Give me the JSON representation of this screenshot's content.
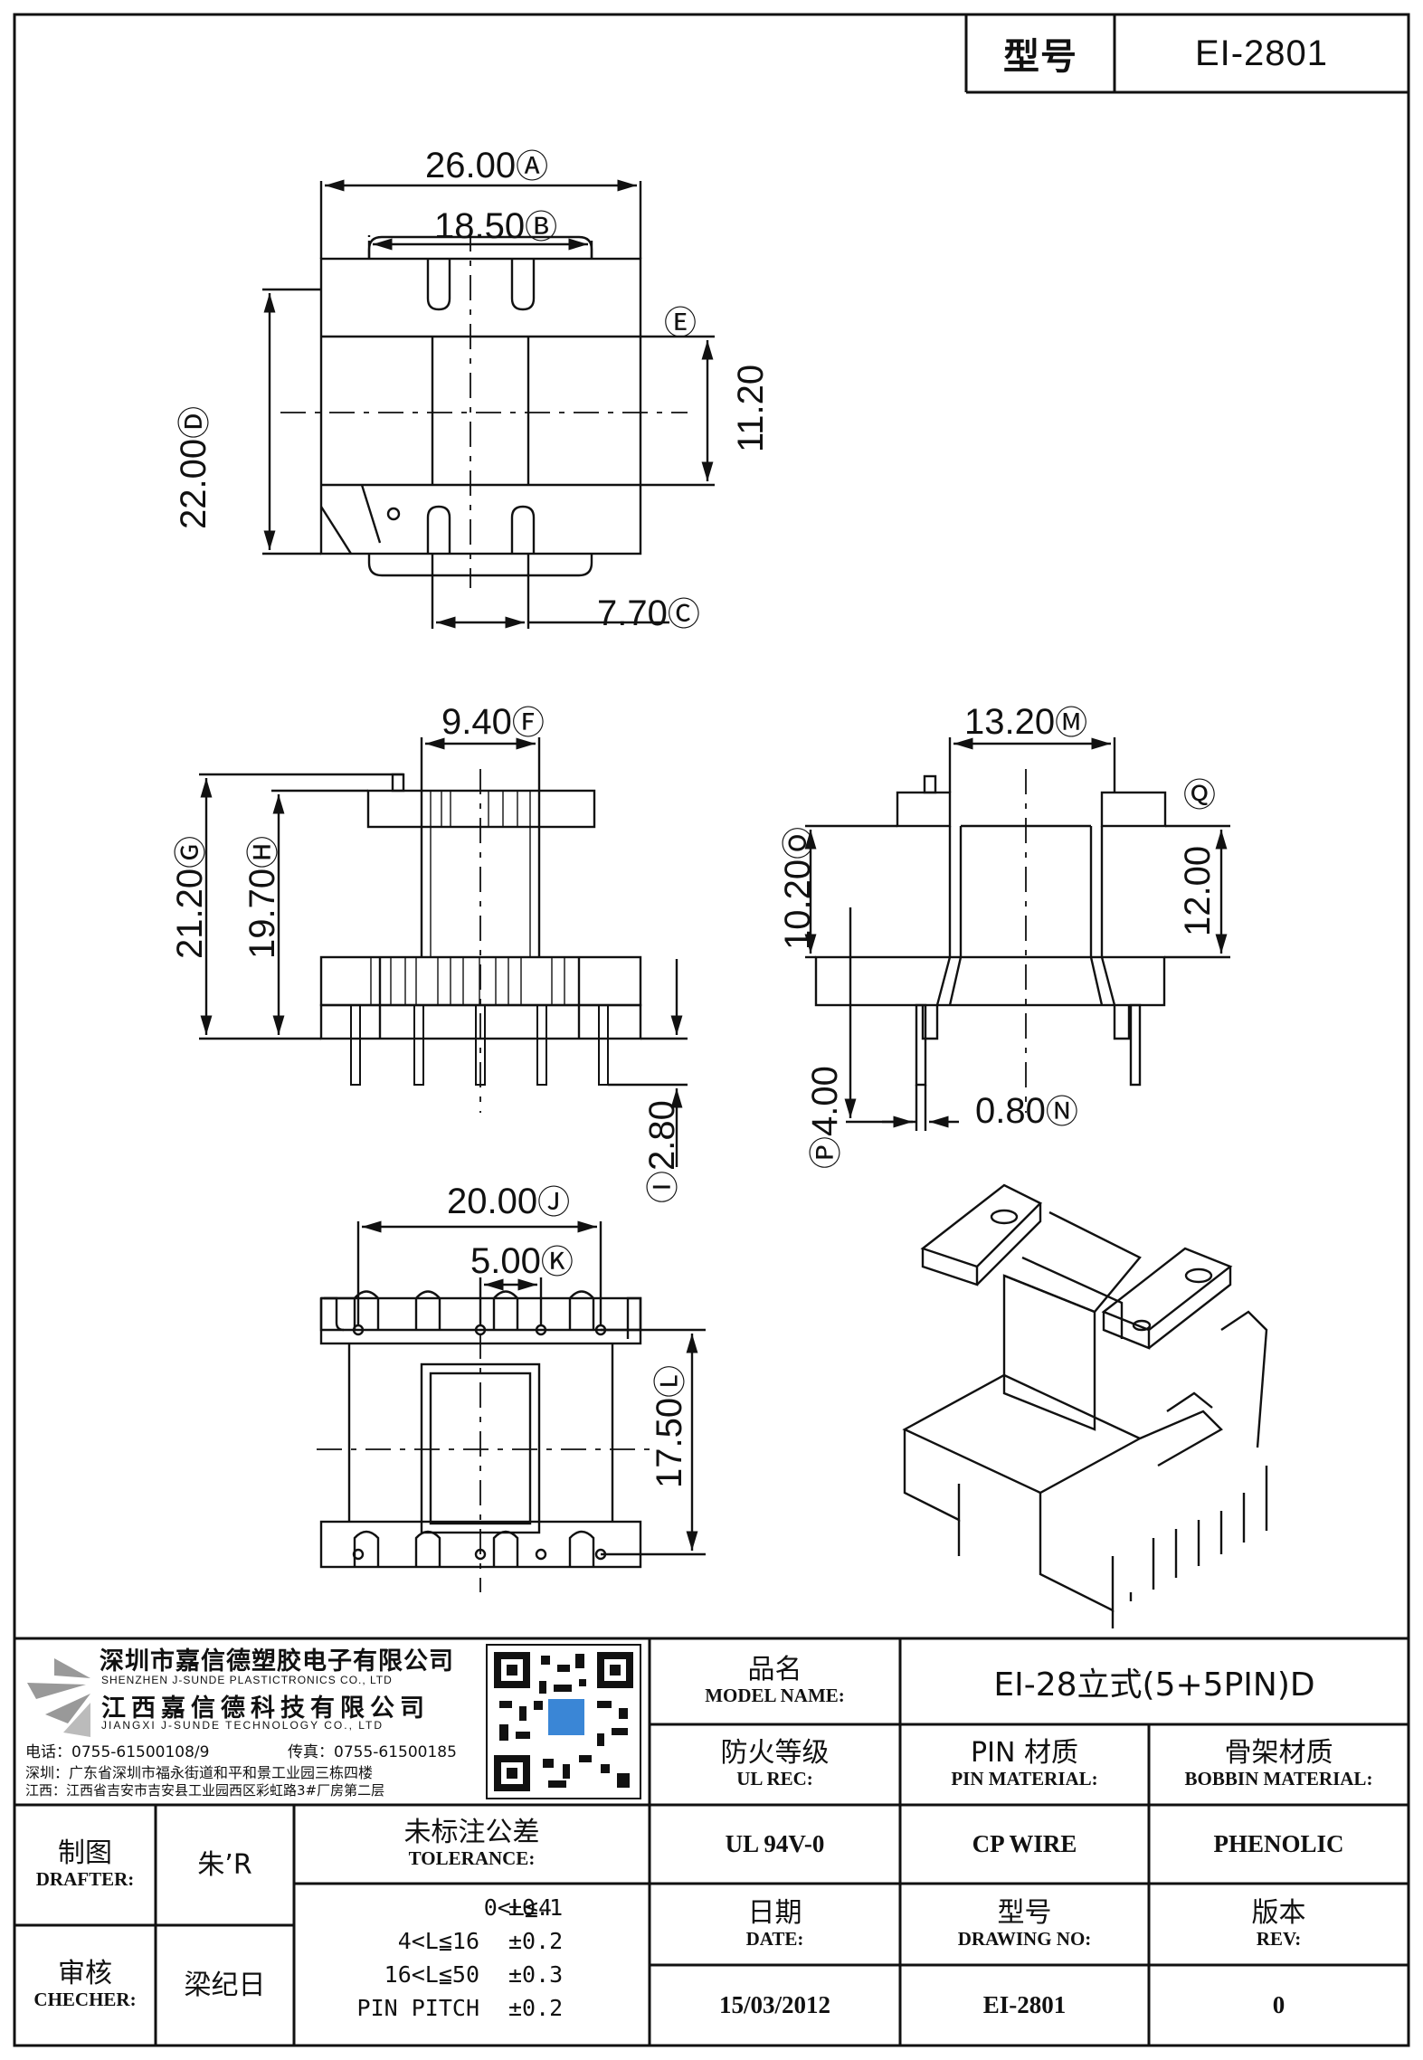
{
  "header": {
    "label": "型号",
    "value": "EI-2801"
  },
  "dimensions": {
    "A": "26.00",
    "B": "18.50",
    "C": "7.70",
    "D": "22.00",
    "E": "11.20",
    "F": "9.40",
    "G": "21.20",
    "H": "19.70",
    "I": "2.80",
    "M": "13.20",
    "O": "10.20",
    "Q": "12.00",
    "P": "4.00",
    "N": "0.80",
    "J": "20.00",
    "K": "5.00",
    "L": "17.50"
  },
  "company": {
    "name_cn": "深圳市嘉信德塑胶电子有限公司",
    "name_en": "SHENZHEN J-SUNDE PLASTICTRONICS CO., LTD",
    "name2_cn": "江西嘉信德科技有限公司",
    "name2_en": "JIANGXI J-SUNDE TECHNOLOGY CO., LTD",
    "tel": "电话：0755-61500108/9",
    "fax": "传真：0755-61500185",
    "addr1": "深圳：广东省深圳市福永街道和平和景工业园三栋四楼",
    "addr2": "江西：江西省吉安市吉安县工业园西区彩虹路3#厂房第二层"
  },
  "info": {
    "model_cn": "品名",
    "model_en": "MODEL NAME:",
    "model_value": "EI-28立式(5+5PIN)D",
    "ul_cn": "防火等级",
    "ul_en": "UL REC:",
    "ul_value": "UL 94V-0",
    "pin_cn": "PIN 材质",
    "pin_en": "PIN MATERIAL:",
    "pin_value": "CP WIRE",
    "bob_cn": "骨架材质",
    "bob_en": "BOBBIN MATERIAL:",
    "bob_value": "PHENOLIC",
    "date_cn": "日期",
    "date_en": "DATE:",
    "date_value": "15/03/2012",
    "dwg_cn": "型号",
    "dwg_en": "DRAWING NO:",
    "dwg_value": "EI-2801",
    "rev_cn": "版本",
    "rev_en": "REV:",
    "rev_value": "0"
  },
  "people": {
    "drafter_cn": "制图",
    "drafter_en": "DRAFTER:",
    "drafter_value": "朱’R",
    "checker_cn": "审核",
    "checker_en": "CHECHER:",
    "checker_value": "梁纪日"
  },
  "tolerance": {
    "title_cn": "未标注公差",
    "title_en": "TOLERANCE:",
    "rows": [
      {
        "range": "0<L≦4",
        "tol": "±0.1"
      },
      {
        "range": "4<L≦16",
        "tol": "±0.2"
      },
      {
        "range": "16<L≦50",
        "tol": "±0.3"
      },
      {
        "range": "PIN PITCH",
        "tol": "±0.2"
      }
    ]
  }
}
